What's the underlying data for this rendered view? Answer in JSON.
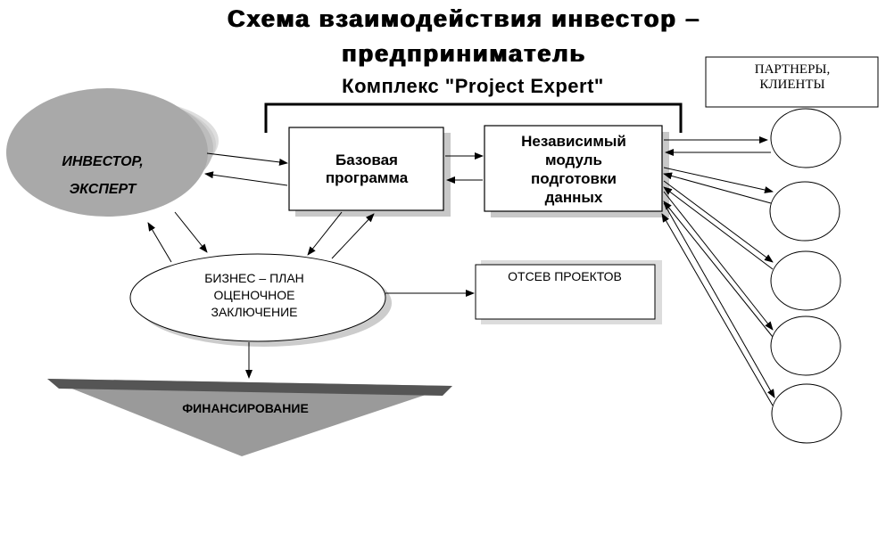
{
  "title_line1": "Схема взаимодействия инвестор –",
  "title_line2": "предприниматель",
  "subtitle": "Комплекс \"Project Expert\"",
  "nodes": {
    "investor": [
      "ИНВЕСТОР,",
      "ЭКСПЕРТ"
    ],
    "base_program": [
      "Базовая",
      "программа"
    ],
    "independent_module": [
      "Независимый",
      "модуль",
      "подготовки",
      "данных"
    ],
    "partners": [
      "ПАРТНЕРЫ,",
      "КЛИЕНТЫ"
    ],
    "business_plan": [
      "БИЗНЕС – ПЛАН",
      "ОЦЕНОЧНОЕ",
      "ЗАКЛЮЧЕНИЕ"
    ],
    "project_screening": "ОТСЕВ ПРОЕКТОВ",
    "financing": "ФИНАНСИРОВАНИЕ"
  },
  "colors": {
    "investor_fill": "#a9a9a9",
    "investor_shadow": "#d0d0d0",
    "financing_fill": "#9a9a9a",
    "financing_band": "#555555",
    "box_shadow": "#c8c8c8",
    "stroke": "#000000"
  }
}
